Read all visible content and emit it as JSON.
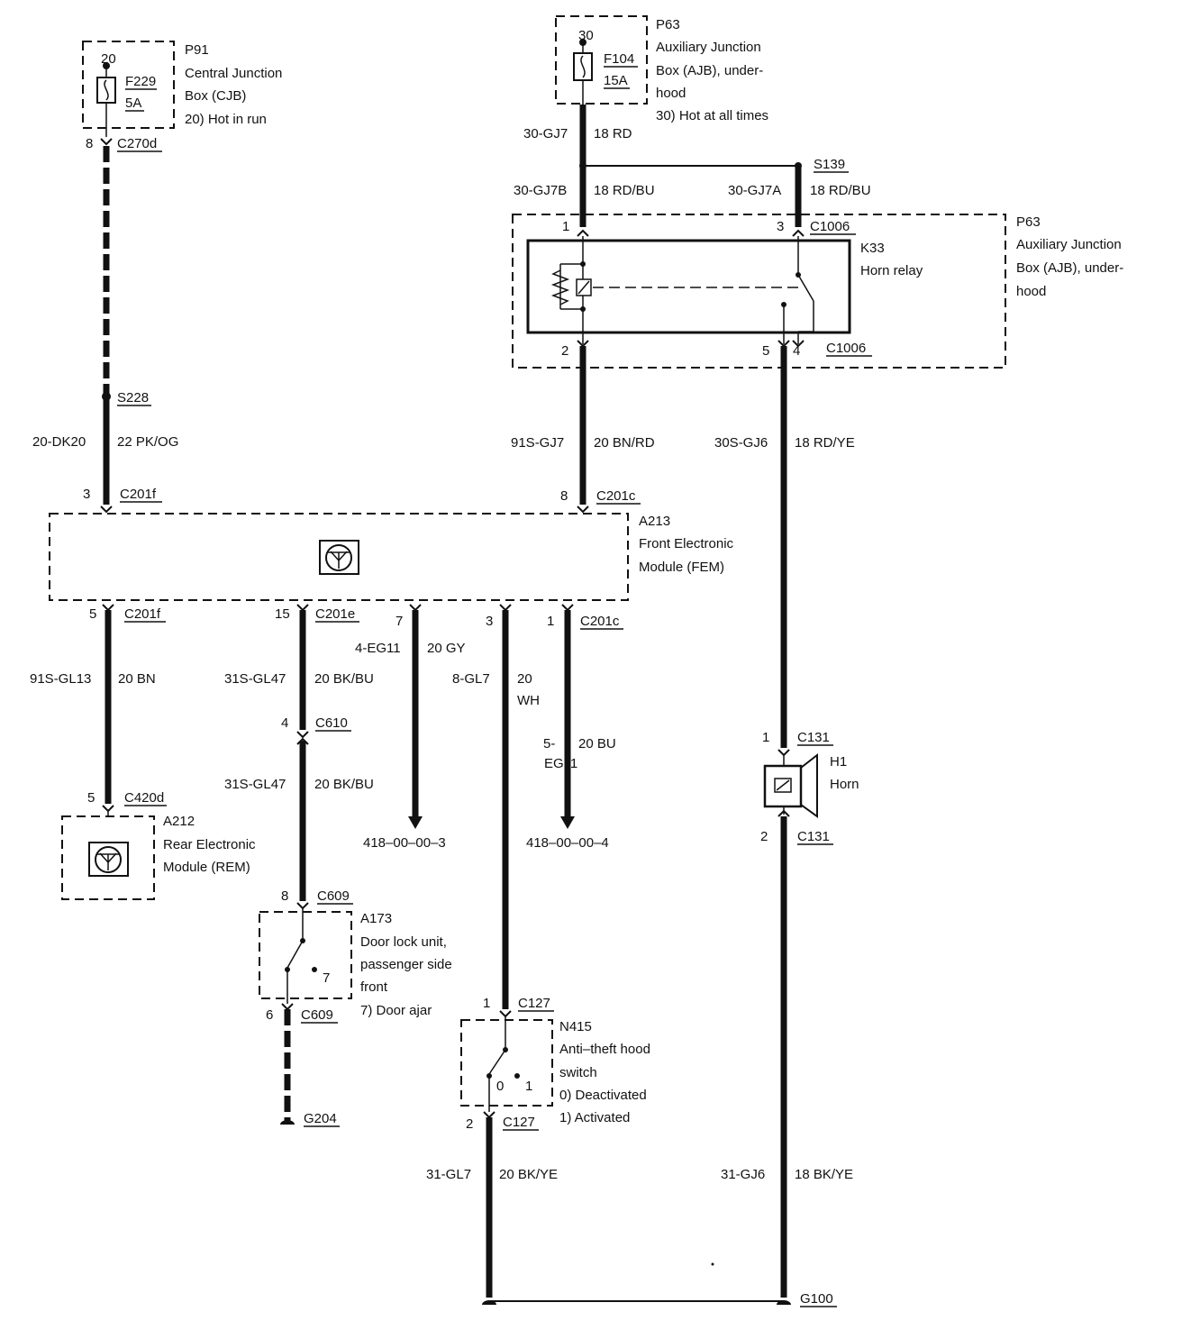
{
  "p91": {
    "id": "P91",
    "lines": [
      "Central Junction",
      "Box (CJB)",
      "20)   Hot in run"
    ],
    "pin": "20",
    "fuse": "F229",
    "rating": "5A"
  },
  "p63top": {
    "id": "P63",
    "lines": [
      "Auxiliary Junction",
      "Box (AJB), under-",
      "hood",
      "30)   Hot at all times"
    ],
    "pin": "30",
    "fuse": "F104",
    "rating": "15A"
  },
  "p63relay": {
    "id": "P63",
    "lines": [
      "Auxiliary Junction",
      "Box (AJB), under-",
      "hood"
    ]
  },
  "k33": {
    "id": "K33",
    "name": "Horn relay"
  },
  "a213": {
    "id": "A213",
    "lines": [
      "Front Electronic",
      "Module (FEM)"
    ]
  },
  "a212": {
    "id": "A212",
    "lines": [
      "Rear Electronic",
      "Module (REM)"
    ]
  },
  "a173": {
    "id": "A173",
    "lines": [
      "Door lock unit,",
      "passenger side",
      "front",
      "7)      Door ajar"
    ],
    "pos": "7"
  },
  "n415": {
    "id": "N415",
    "lines": [
      "Anti–theft hood",
      "switch",
      "0)      Deactivated",
      "1)      Activated"
    ],
    "pos0": "0",
    "pos1": "1"
  },
  "h1": {
    "id": "H1",
    "name": "Horn"
  },
  "splices": {
    "s228": "S228",
    "s139": "S139"
  },
  "grounds": {
    "g204": "G204",
    "g100": "G100"
  },
  "connectors": {
    "c270d": {
      "name": "C270d",
      "pin": "8"
    },
    "c201f_in": {
      "name": "C201f",
      "pin": "3"
    },
    "c201c_in": {
      "name": "C201c",
      "pin": "8"
    },
    "c1006_1": {
      "pin": "1"
    },
    "c1006_3": {
      "name": "C1006",
      "pin": "3"
    },
    "c1006_2": {
      "pin": "2"
    },
    "c1006_5": {
      "pin": "5"
    },
    "c1006_4": {
      "name": "C1006",
      "pin": "4"
    },
    "c201f_out": {
      "name": "C201f",
      "pin": "5"
    },
    "c201e": {
      "name": "C201e",
      "pin": "15"
    },
    "fem7": {
      "pin": "7"
    },
    "fem3": {
      "pin": "3"
    },
    "c201c_out": {
      "name": "C201c",
      "pin": "1"
    },
    "c420d": {
      "name": "C420d",
      "pin": "5"
    },
    "c610": {
      "name": "C610",
      "pin": "4"
    },
    "c609_in": {
      "name": "C609",
      "pin": "8"
    },
    "c609_out": {
      "name": "C609",
      "pin": "6"
    },
    "c127_in": {
      "name": "C127",
      "pin": "1"
    },
    "c127_out": {
      "name": "C127",
      "pin": "2"
    },
    "c131_in": {
      "name": "C131",
      "pin": "1"
    },
    "c131_out": {
      "name": "C131",
      "pin": "2"
    }
  },
  "wires": {
    "w30gj7": {
      "circuit": "30-GJ7",
      "color": "18 RD"
    },
    "w30gj7b": {
      "circuit": "30-GJ7B",
      "color": "18 RD/BU"
    },
    "w30gj7a": {
      "circuit": "30-GJ7A",
      "color": "18 RD/BU"
    },
    "w20dk20": {
      "circuit": "20-DK20",
      "color": "22 PK/OG"
    },
    "w91sgj7": {
      "circuit": "91S-GJ7",
      "color": "20 BN/RD"
    },
    "w30sgj6": {
      "circuit": "30S-GJ6",
      "color": "18 RD/YE"
    },
    "w91sgl13": {
      "circuit": "91S-GL13",
      "color": "20 BN"
    },
    "w31sgl47a": {
      "circuit": "31S-GL47",
      "color": "20 BK/BU"
    },
    "w31sgl47b": {
      "circuit": "31S-GL47",
      "color": "20 BK/BU"
    },
    "w4eg11": {
      "circuit": "4-EG11",
      "color": "20 GY"
    },
    "w8gl7": {
      "circuit": "8-GL7",
      "color1": "20",
      "color2": "WH"
    },
    "w5eg11": {
      "circuit1": "5-",
      "circuit2": "EG11",
      "color": "20 BU"
    },
    "w31gl7": {
      "circuit": "31-GL7",
      "color": "20 BK/YE"
    },
    "w31gj6": {
      "circuit": "31-GJ6",
      "color": "18 BK/YE"
    }
  },
  "refs": {
    "r3": "418–00–00–3",
    "r4": "418–00–00–4"
  }
}
